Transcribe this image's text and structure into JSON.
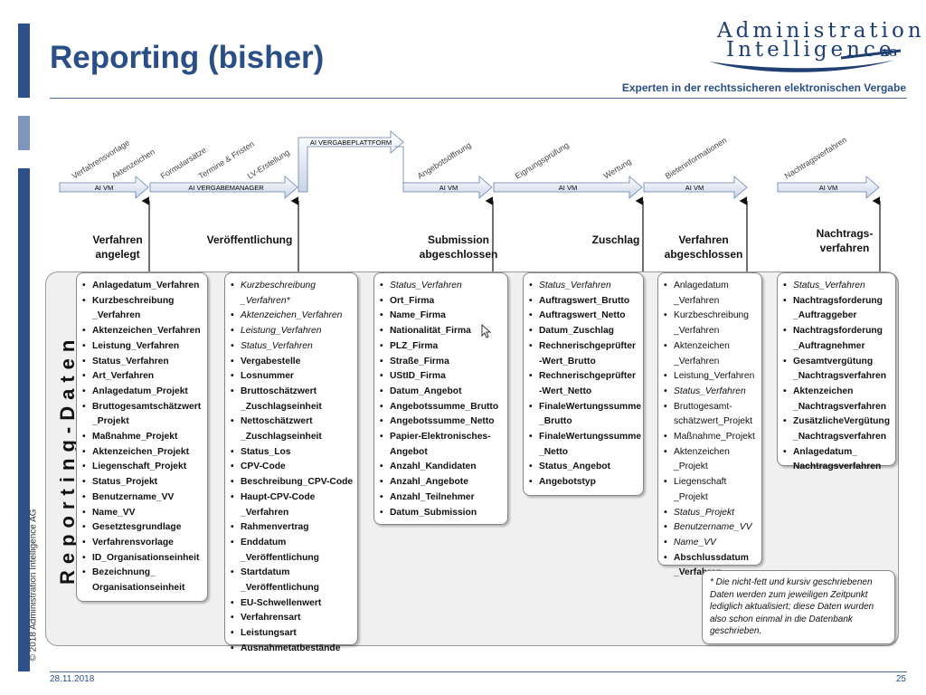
{
  "header": {
    "title": "Reporting (bisher)",
    "tagline": "Experten in der rechtssicheren elektronischen Vergabe",
    "logo_line1": "Administration",
    "logo_line2": "Intelligence",
    "logo_ag": "AG"
  },
  "footer": {
    "copyright": "© 2018 Administration Intelligence AG",
    "date": "28.11.2018",
    "page": "25"
  },
  "process": {
    "bars": [
      "AI VM",
      "AI VERGABEMANAGER",
      "AI VERGABEPLATTFORM",
      "AI VM",
      "AI VM",
      "AI VM",
      "AI VM"
    ],
    "steps": [
      "Verfahrensvorlage",
      "Aktenzeichen",
      "Formularsätze",
      "Termine & Fristen",
      "LV-Erstellung",
      "Angebotsöffnung",
      "Eignungsprüfung",
      "Wertung",
      "Bieterinformationen",
      "Nachtragsverfahren"
    ]
  },
  "milestones": [
    "Verfahren\nangelegt",
    "Veröffentlichung",
    "Submission\nabgeschlossen",
    "Zuschlag",
    "Verfahren\nabgeschlossen",
    "Nachtrags-\nverfahren"
  ],
  "reporting_label": "Reporting-Daten",
  "boxes": [
    {
      "items": [
        {
          "t": "Anlagedatum_Verfahren",
          "s": "b"
        },
        {
          "t": "Kurzbeschreibung\n_Verfahren",
          "s": "b"
        },
        {
          "t": "Aktenzeichen_Verfahren",
          "s": "b"
        },
        {
          "t": "Leistung_Verfahren",
          "s": "b"
        },
        {
          "t": "Status_Verfahren",
          "s": "b"
        },
        {
          "t": "Art_Verfahren",
          "s": "b"
        },
        {
          "t": "Anlagedatum_Projekt",
          "s": "b"
        },
        {
          "t": "Bruttogesamtschätzwert\n_Projekt",
          "s": "b"
        },
        {
          "t": "Maßnahme_Projekt",
          "s": "b"
        },
        {
          "t": "Aktenzeichen_Projekt",
          "s": "b"
        },
        {
          "t": "Liegenschaft_Projekt",
          "s": "b"
        },
        {
          "t": "Status_Projekt",
          "s": "b"
        },
        {
          "t": "Benutzername_VV",
          "s": "b"
        },
        {
          "t": "Name_VV",
          "s": "b"
        },
        {
          "t": "Gesetztesgrundlage",
          "s": "b"
        },
        {
          "t": "Verfahrensvorlage",
          "s": "b"
        },
        {
          "t": "ID_Organisationseinheit",
          "s": "b"
        },
        {
          "t": "Bezeichnung_\nOrganisationseinheit",
          "s": "b"
        }
      ]
    },
    {
      "items": [
        {
          "t": "Kurzbeschreibung\n_Verfahren*",
          "s": "i"
        },
        {
          "t": "Aktenzeichen_Verfahren",
          "s": "i"
        },
        {
          "t": "Leistung_Verfahren",
          "s": "i"
        },
        {
          "t": "Status_Verfahren",
          "s": "i"
        },
        {
          "t": "Vergabestelle",
          "s": "b"
        },
        {
          "t": "Losnummer",
          "s": "b"
        },
        {
          "t": "Bruttoschätzwert\n_Zuschlagseinheit",
          "s": "b"
        },
        {
          "t": "Nettoschätzwert\n_Zuschlagseinheit",
          "s": "b"
        },
        {
          "t": "Status_Los",
          "s": "b"
        },
        {
          "t": "CPV-Code",
          "s": "b"
        },
        {
          "t": "Beschreibung_CPV-Code",
          "s": "b"
        },
        {
          "t": "Haupt-CPV-Code\n_Verfahren",
          "s": "b"
        },
        {
          "t": "Rahmenvertrag",
          "s": "b"
        },
        {
          "t": "Enddatum\n_Veröffentlichung",
          "s": "b"
        },
        {
          "t": "Startdatum\n_Veröffentlichung",
          "s": "b"
        },
        {
          "t": "EU-Schwellenwert",
          "s": "b"
        },
        {
          "t": "Verfahrensart",
          "s": "b"
        },
        {
          "t": "Leistungsart",
          "s": "b"
        },
        {
          "t": "Ausnahmetatbestände",
          "s": "b"
        }
      ]
    },
    {
      "items": [
        {
          "t": "Status_Verfahren",
          "s": "i"
        },
        {
          "t": "Ort_Firma",
          "s": "b"
        },
        {
          "t": "Name_Firma",
          "s": "b"
        },
        {
          "t": "Nationalität_Firma",
          "s": "b"
        },
        {
          "t": "PLZ_Firma",
          "s": "b"
        },
        {
          "t": "Straße_Firma",
          "s": "b"
        },
        {
          "t": "UStID_Firma",
          "s": "b"
        },
        {
          "t": "Datum_Angebot",
          "s": "b"
        },
        {
          "t": "Angebotssumme_Brutto",
          "s": "b"
        },
        {
          "t": "Angebotssumme_Netto",
          "s": "b"
        },
        {
          "t": "Papier-Elektronisches-\nAngebot",
          "s": "b"
        },
        {
          "t": "Anzahl_Kandidaten",
          "s": "b"
        },
        {
          "t": "Anzahl_Angebote",
          "s": "b"
        },
        {
          "t": "Anzahl_Teilnehmer",
          "s": "b"
        },
        {
          "t": "Datum_Submission",
          "s": "b"
        }
      ]
    },
    {
      "items": [
        {
          "t": "Status_Verfahren",
          "s": "i"
        },
        {
          "t": "Auftragswert_Brutto",
          "s": "b"
        },
        {
          "t": "Auftragswert_Netto",
          "s": "b"
        },
        {
          "t": "Datum_Zuschlag",
          "s": "b"
        },
        {
          "t": "Rechnerischgeprüfter\n-Wert_Brutto",
          "s": "b"
        },
        {
          "t": "Rechnerischgeprüfter\n-Wert_Netto",
          "s": "b"
        },
        {
          "t": "FinaleWertungssumme\n_Brutto",
          "s": "b"
        },
        {
          "t": "FinaleWertungssumme\n_Netto",
          "s": "b"
        },
        {
          "t": "Status_Angebot",
          "s": "b"
        },
        {
          "t": "Angebotstyp",
          "s": "b"
        }
      ]
    },
    {
      "items": [
        {
          "t": "Anlagedatum\n_Verfahren",
          "s": "n"
        },
        {
          "t": "Kurzbeschreibung\n_Verfahren",
          "s": "n"
        },
        {
          "t": "Aktenzeichen\n_Verfahren",
          "s": "n"
        },
        {
          "t": "Leistung_Verfahren",
          "s": "n"
        },
        {
          "t": "Status_Verfahren",
          "s": "i"
        },
        {
          "t": "Bruttogesamt-\nschätzwert_Projekt",
          "s": "n"
        },
        {
          "t": "Maßnahme_Projekt",
          "s": "n"
        },
        {
          "t": "Aktenzeichen\n_Projekt",
          "s": "n"
        },
        {
          "t": "Liegenschaft\n_Projekt",
          "s": "n"
        },
        {
          "t": "Status_Projekt",
          "s": "i"
        },
        {
          "t": "Benutzername_VV",
          "s": "i"
        },
        {
          "t": "Name_VV",
          "s": "i"
        },
        {
          "t": "Abschlussdatum\n_Verfahren",
          "s": "b"
        }
      ]
    },
    {
      "items": [
        {
          "t": "Status_Verfahren",
          "s": "i"
        },
        {
          "t": "Nachtragsforderung\n_Auftraggeber",
          "s": "b"
        },
        {
          "t": "Nachtragsforderung\n_Auftragnehmer",
          "s": "b"
        },
        {
          "t": "Gesamtvergütung\n_Nachtragsverfahren",
          "s": "b"
        },
        {
          "t": "Aktenzeichen\n_Nachtragsverfahren",
          "s": "b"
        },
        {
          "t": "ZusätzlicheVergütung\n_Nachtragsverfahren",
          "s": "b"
        },
        {
          "t": "Anlagedatum_\nNachtragsverfahren",
          "s": "b"
        }
      ]
    }
  ],
  "note": "* Die nicht-fett und kursiv geschriebenen Daten werden zum jeweiligen Zeitpunkt lediglich aktualisiert; diese Daten wurden also schon einmal in die Datenbank geschrieben."
}
